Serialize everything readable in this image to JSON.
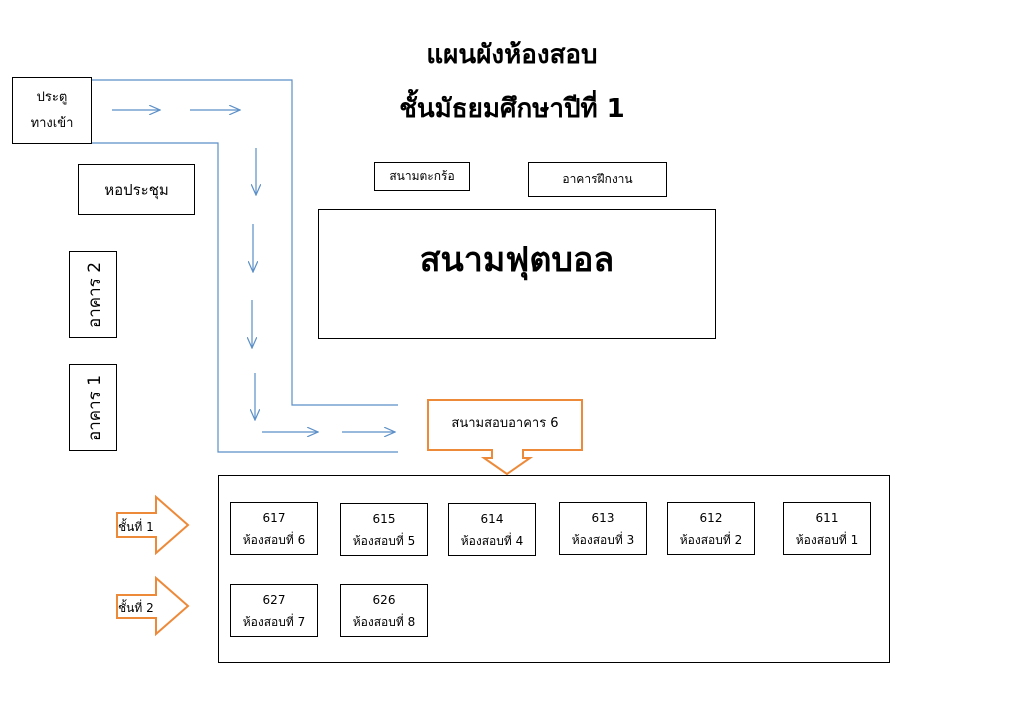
{
  "title_line1": "แผนผังห้องสอบ",
  "title_line2": "ชั้นมัธยมศึกษาปีที่ 1",
  "entrance": {
    "line1": "ประตู",
    "line2": "ทางเข้า"
  },
  "hall": "หอประชุม",
  "building2": "อาคาร 2",
  "building1": "อาคาร 1",
  "takraw_field": "สนามตะกร้อ",
  "workshop_building": "อาคารฝึกงาน",
  "football_field": "สนามฟุตบอล",
  "exam_site": "สนามสอบอาคาร 6",
  "floor1": "ชั้นที่ 1",
  "floor2": "ชั้นที่ 2",
  "colors": {
    "path_line": "#5b8fc7",
    "arrow_outline": "#ed8a3a"
  },
  "rooms_floor1": [
    {
      "number": "617",
      "label": "ห้องสอบที่ 6"
    },
    {
      "number": "615",
      "label": "ห้องสอบที่ 5"
    },
    {
      "number": "614",
      "label": "ห้องสอบที่ 4"
    },
    {
      "number": "613",
      "label": "ห้องสอบที่ 3"
    },
    {
      "number": "612",
      "label": "ห้องสอบที่ 2"
    },
    {
      "number": "611",
      "label": "ห้องสอบที่ 1"
    }
  ],
  "rooms_floor2": [
    {
      "number": "627",
      "label": "ห้องสอบที่ 7"
    },
    {
      "number": "626",
      "label": "ห้องสอบที่ 8"
    }
  ]
}
